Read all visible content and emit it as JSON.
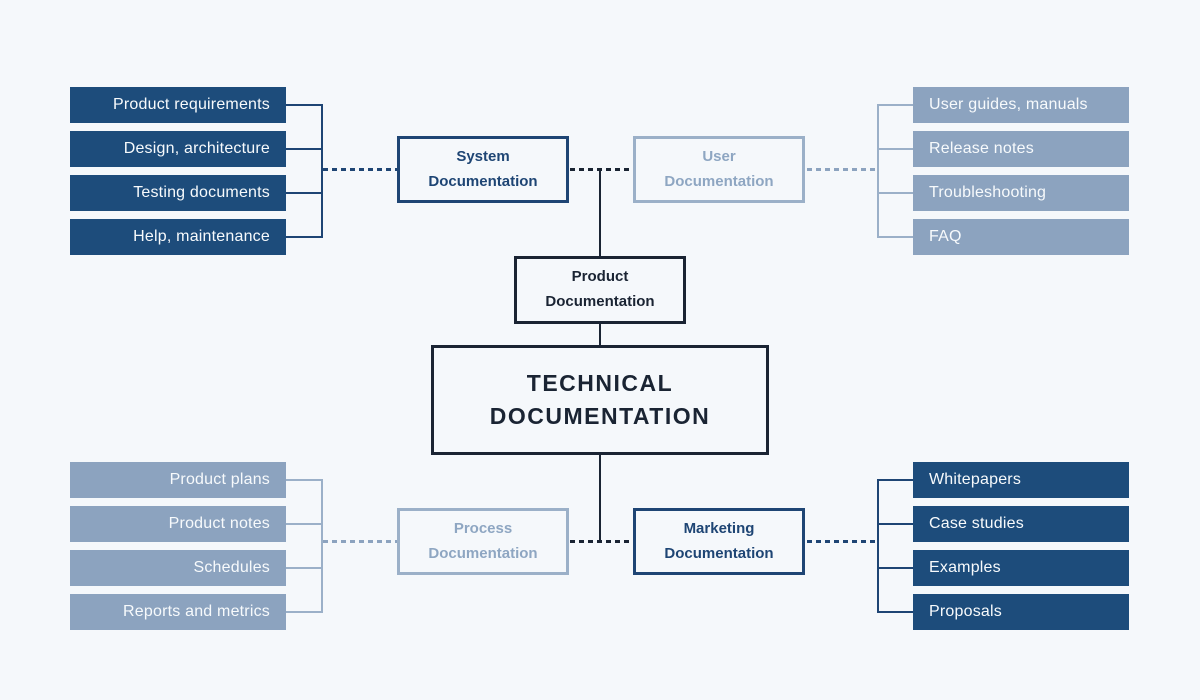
{
  "diagram": {
    "root": {
      "label": "TECHNICAL DOCUMENTATION"
    },
    "parent": {
      "label": "Product Documentation"
    },
    "branches": [
      {
        "label": "System Documentation",
        "style": "navy-outline",
        "items": [
          "Product requirements",
          "Design, architecture",
          "Testing documents",
          "Help, maintenance"
        ]
      },
      {
        "label": "User Documentation",
        "style": "steel-outline",
        "items": [
          "User guides, manuals",
          "Release notes",
          "Troubleshooting",
          "FAQ"
        ]
      },
      {
        "label": "Process Documentation",
        "style": "steel-outline",
        "items": [
          "Product plans",
          "Product notes",
          "Schedules",
          "Reports and metrics"
        ]
      },
      {
        "label": "Marketing Documentation",
        "style": "navy-outline",
        "items": [
          "Whitepapers",
          "Case studies",
          "Examples",
          "Proposals"
        ]
      }
    ],
    "colors": {
      "navy_fill": "#1d4c7b",
      "steel_fill": "#8ca3bf",
      "ink": "#1a2433",
      "navy_outline": "#1e4574",
      "steel_outline": "#9bb0c8",
      "steel_text": "#8ea6c2",
      "background": "#f5f8fb",
      "item_text": "#f7fafc"
    }
  }
}
